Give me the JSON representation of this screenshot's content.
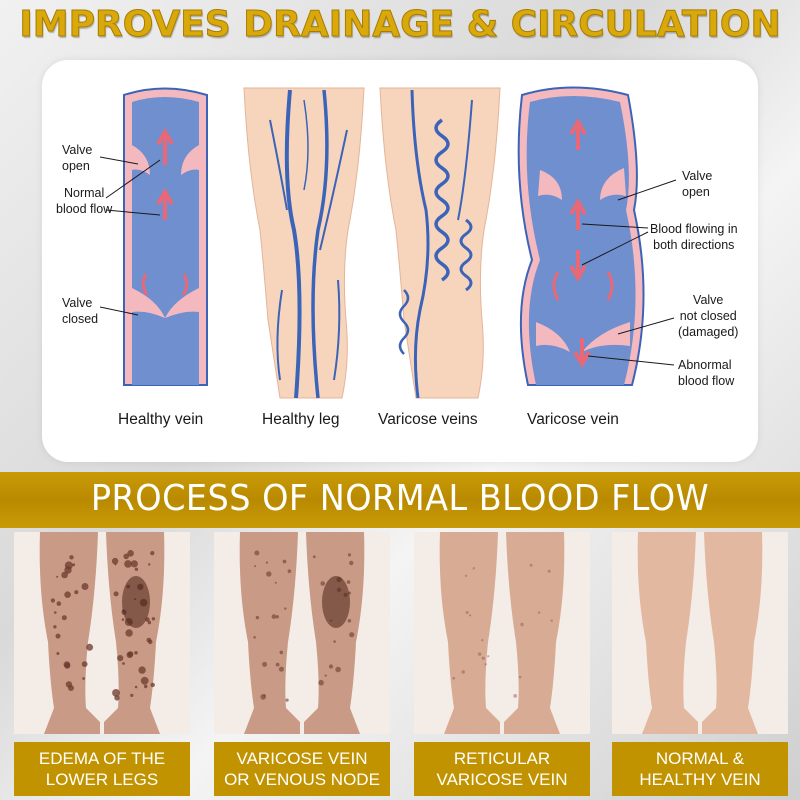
{
  "headline": "IMPROVES DRAINAGE & CIRCULATION",
  "diagram": {
    "healthy_vein": {
      "caption": "Healthy vein",
      "valve_open": "Valve\nopen",
      "normal_flow": "Normal\nblood flow",
      "valve_closed": "Valve\nclosed"
    },
    "healthy_leg": {
      "caption": "Healthy leg"
    },
    "varicose_veins": {
      "caption": "Varicose veins"
    },
    "varicose_vein": {
      "caption": "Varicose vein",
      "valve_open": "Valve\nopen",
      "both_directions": "Blood flowing in\nboth directions",
      "valve_not_closed": "Valve\nnot closed\n(damaged)",
      "abnormal_flow": "Abnormal\nblood flow"
    }
  },
  "section_title": "PROCESS OF NORMAL BLOOD FLOW",
  "stages": [
    {
      "label": "EDEMA OF THE\nLOWER LEGS",
      "severity": 1.0
    },
    {
      "label": "VARICOSE VEIN\nOR VENOUS NODE",
      "severity": 0.6
    },
    {
      "label": "RETICULAR\nVARICOSE VEIN",
      "severity": 0.3
    },
    {
      "label": "NORMAL &\nHEALTHY VEIN",
      "severity": 0.0
    }
  ],
  "colors": {
    "gold": "#d9a90c",
    "band": "#c29300",
    "vein_blue": "#6f8fcf",
    "vein_wall": "#f4b8bf",
    "vessel_outline": "#3b64b8",
    "skin": "#f7d5bd",
    "arrow": "#e86878"
  }
}
